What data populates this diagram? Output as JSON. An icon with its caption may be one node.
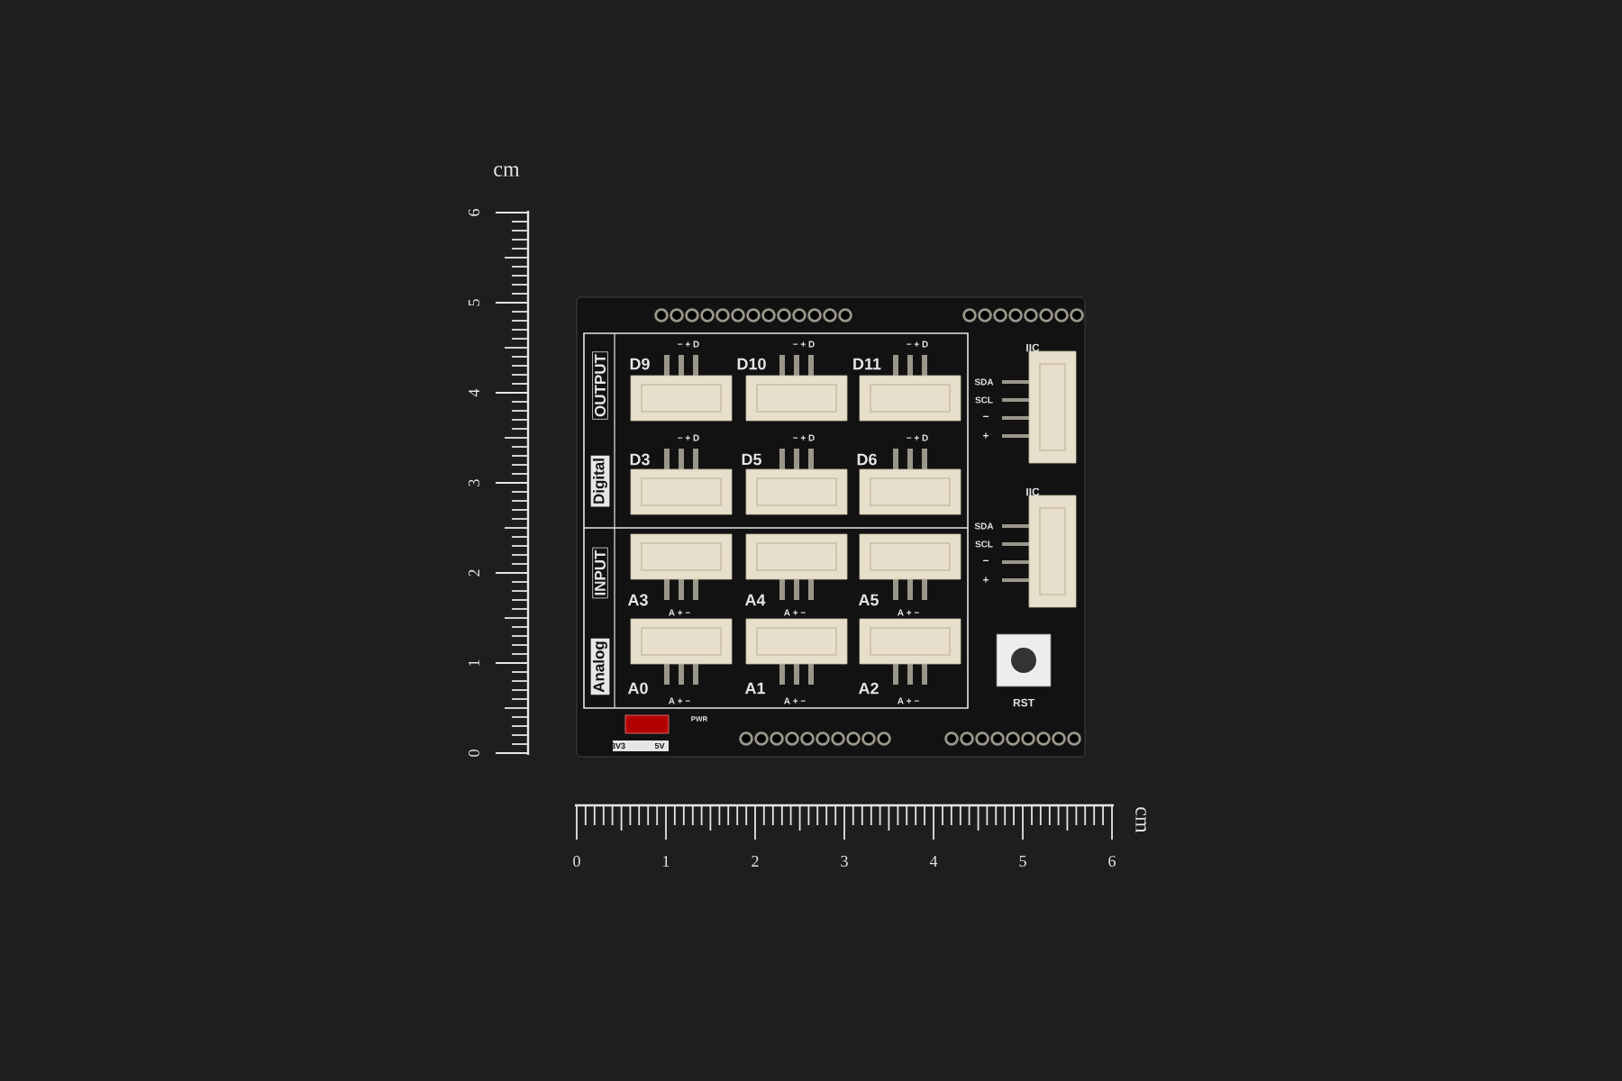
{
  "diagram": {
    "labels": [
      "cm",
      "6",
      "5",
      "4",
      "3",
      "2",
      "1",
      "0",
      "OUTPUT",
      "Digital",
      "INPUT",
      "Analog",
      "− + D",
      "− + D",
      "− + D",
      "D9",
      "D10",
      "D11",
      "IIC",
      "SDA",
      "SCL",
      "−",
      "− + D",
      "− + D",
      "− + D",
      "+",
      "D3",
      "D5",
      "D6",
      "IIC",
      "SDA",
      "SCL",
      "−",
      "+",
      "A3",
      "A4",
      "A5",
      "A + −",
      "A + −",
      "A + −",
      "A0",
      "A1",
      "A2",
      "A + −",
      "A + −",
      "A + −",
      "RST",
      "PWR",
      "3V3",
      "5V",
      "0",
      "1",
      "2",
      "3",
      "4",
      "5",
      "6",
      "cm"
    ]
  }
}
